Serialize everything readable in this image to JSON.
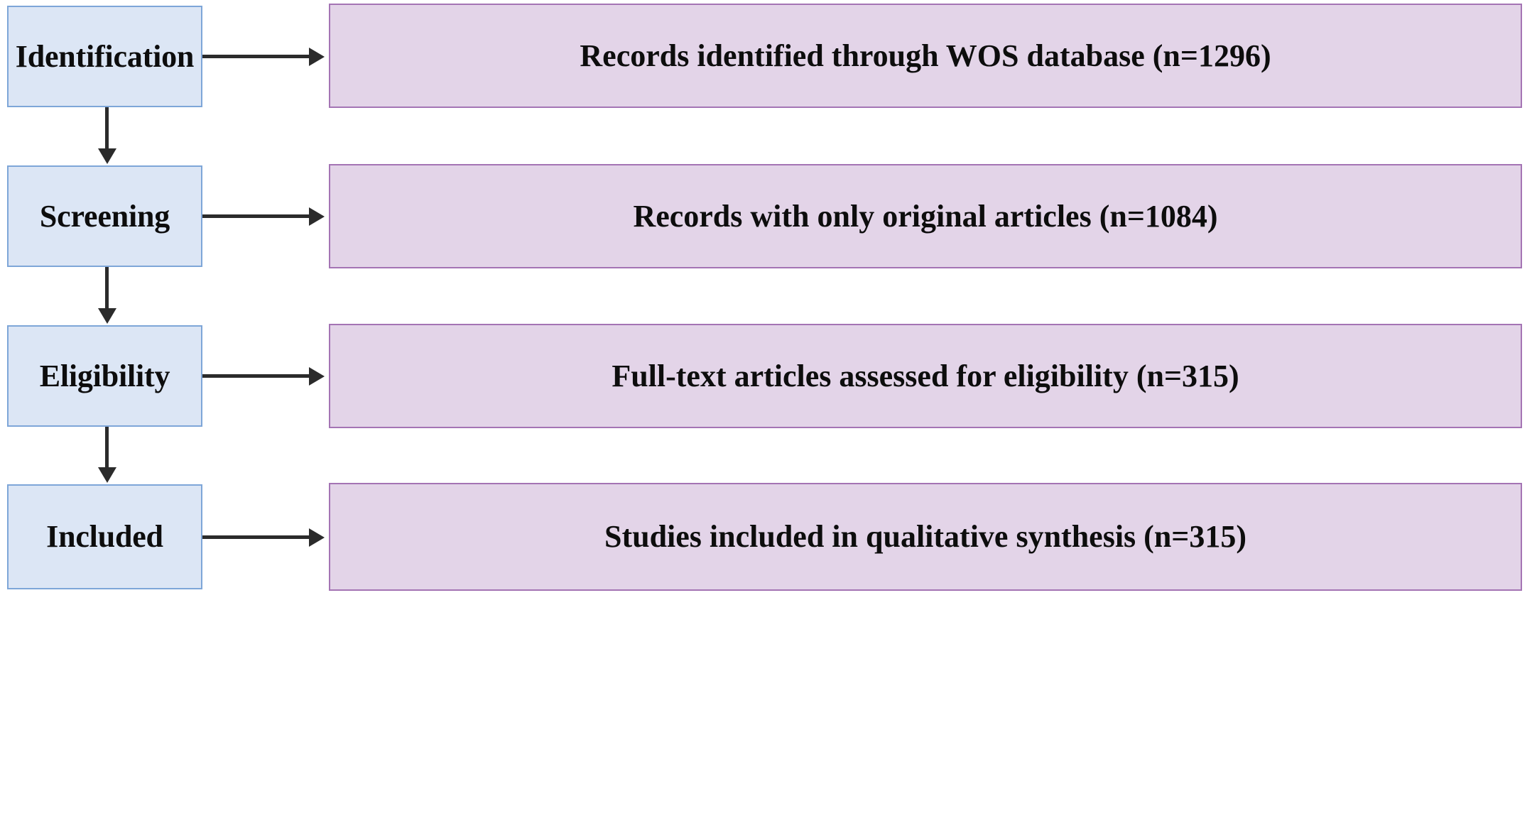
{
  "diagram": {
    "type": "prisma-flow-diagram",
    "colors": {
      "stage_fill": "#dce6f5",
      "stage_border": "#7ea6d8",
      "detail_fill": "#e3d4e8",
      "detail_border": "#a474b4",
      "arrow": "#2b2b2b",
      "text": "#0d0d0d",
      "background": "#ffffff"
    },
    "rows": [
      {
        "stage": "Identification",
        "detail": "Records identified through WOS database (n=1296)",
        "count": 1296
      },
      {
        "stage": "Screening",
        "detail": "Records with only original articles (n=1084)",
        "count": 1084
      },
      {
        "stage": "Eligibility",
        "detail": "Full-text articles assessed for eligibility (n=315)",
        "count": 315
      },
      {
        "stage": "Included",
        "detail": "Studies included in qualitative synthesis (n=315)",
        "count": 315
      }
    ]
  }
}
